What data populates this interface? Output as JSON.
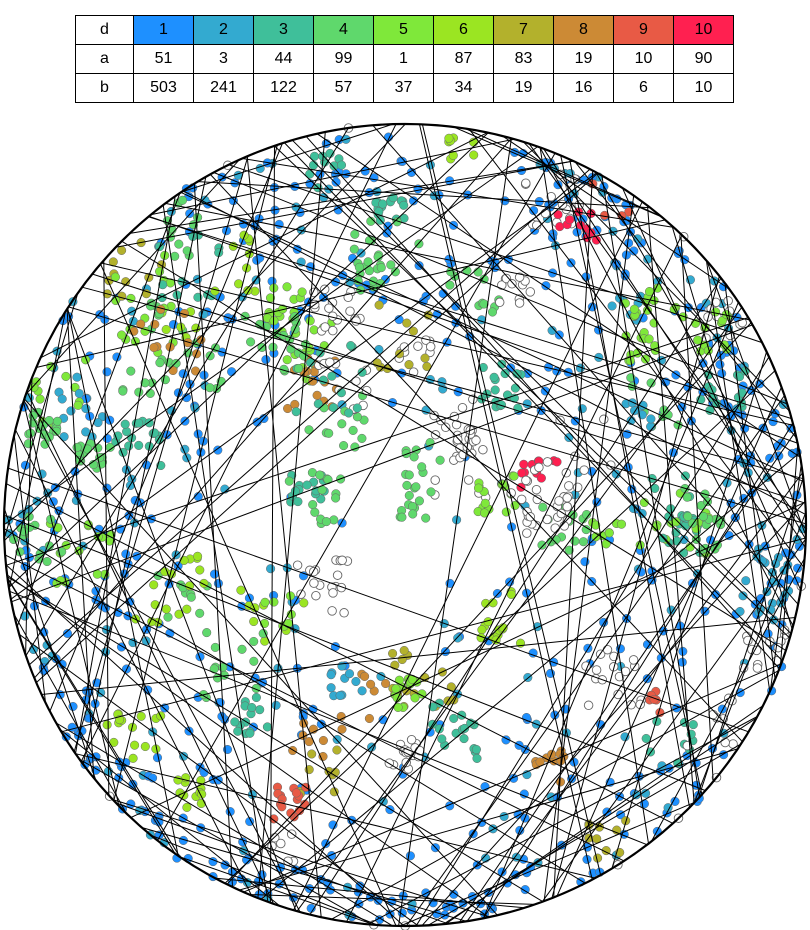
{
  "table": {
    "header_label": "d",
    "columns": [
      {
        "label": "1",
        "color": "#1e90ff",
        "a": "51",
        "b": "503"
      },
      {
        "label": "2",
        "color": "#33aad0",
        "a": "3",
        "b": "241"
      },
      {
        "label": "3",
        "color": "#3fbf9a",
        "a": "44",
        "b": "122"
      },
      {
        "label": "4",
        "color": "#5fd86c",
        "a": "99",
        "b": "57"
      },
      {
        "label": "5",
        "color": "#7fe83a",
        "a": "1",
        "b": "37"
      },
      {
        "label": "6",
        "color": "#9be522",
        "a": "87",
        "b": "34"
      },
      {
        "label": "7",
        "color": "#b3b12c",
        "a": "83",
        "b": "19"
      },
      {
        "label": "8",
        "color": "#cc8a35",
        "a": "19",
        "b": "16"
      },
      {
        "label": "9",
        "color": "#e85a45",
        "a": "10",
        "b": "6"
      },
      {
        "label": "10",
        "color": "#ff2050",
        "a": "90",
        "b": "10"
      }
    ],
    "rows": [
      {
        "label": "a",
        "key": "a"
      },
      {
        "label": "b",
        "key": "b"
      }
    ]
  },
  "diagram": {
    "empty_point_color": "#ffffff",
    "line_color": "#000000",
    "circle_color": "#000000",
    "line_count": 150
  }
}
